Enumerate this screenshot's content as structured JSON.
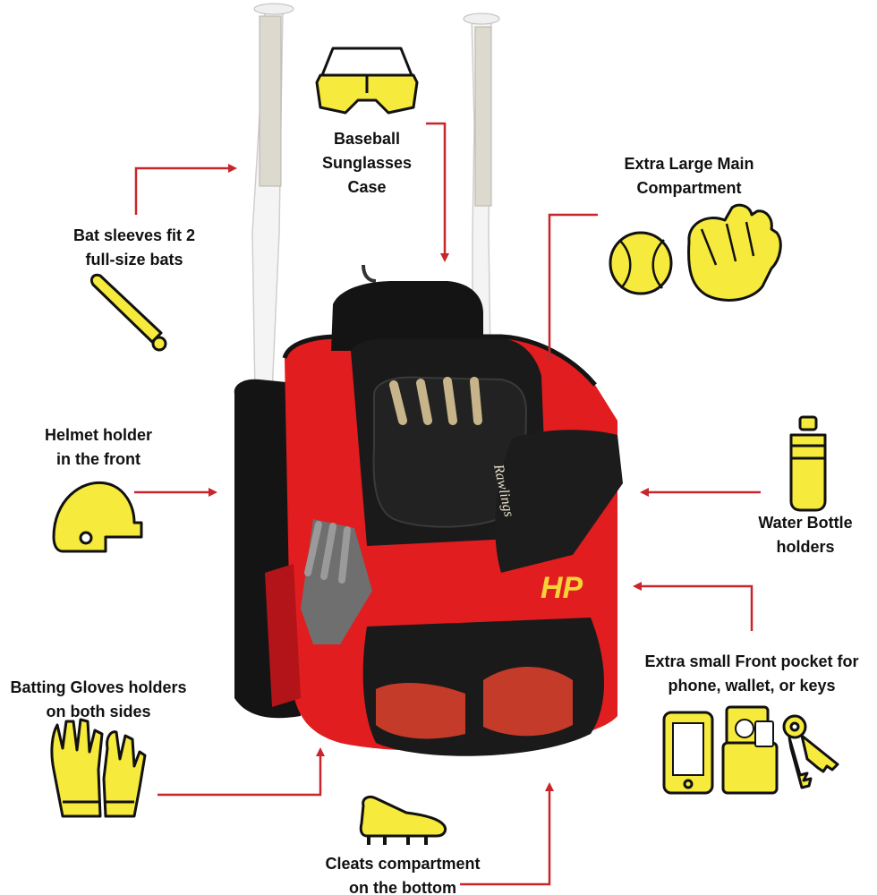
{
  "palette": {
    "icon_fill": "#f6ea3c",
    "icon_stroke": "#111111",
    "arrow": "#c8262b",
    "bag_red": "#e11d1f",
    "bag_black": "#141414"
  },
  "callouts": {
    "sunglasses": {
      "line1": "Baseball",
      "line2": "Sunglasses",
      "line3": "Case",
      "icon": "sunglasses-icon"
    },
    "main_compartment": {
      "line1": "Extra Large Main",
      "line2": "Compartment",
      "icons": [
        "softball-icon",
        "glove-icon"
      ]
    },
    "bat_sleeves": {
      "line1": "Bat sleeves fit 2",
      "line2": "full-size bats",
      "icon": "bat-icon"
    },
    "helmet": {
      "line1": "Helmet holder",
      "line2": "in the front",
      "icon": "helmet-icon"
    },
    "water_bottle": {
      "line1": "Water Bottle",
      "line2": "holders",
      "icon": "water-bottle-icon"
    },
    "front_pocket": {
      "line1": "Extra small Front pocket for",
      "line2": "phone, wallet, or keys",
      "icons": [
        "phone-icon",
        "wallet-icon",
        "keys-icon"
      ]
    },
    "batting_gloves": {
      "line1": "Batting Gloves holders",
      "line2": "on both sides",
      "icon": "batting-gloves-icon"
    },
    "cleats": {
      "line1": "Cleats compartment",
      "line2": "on the bottom",
      "icon": "cleat-icon"
    }
  },
  "product_text": {
    "glove_brand": "Rawlings",
    "bag_logo": "HP"
  }
}
